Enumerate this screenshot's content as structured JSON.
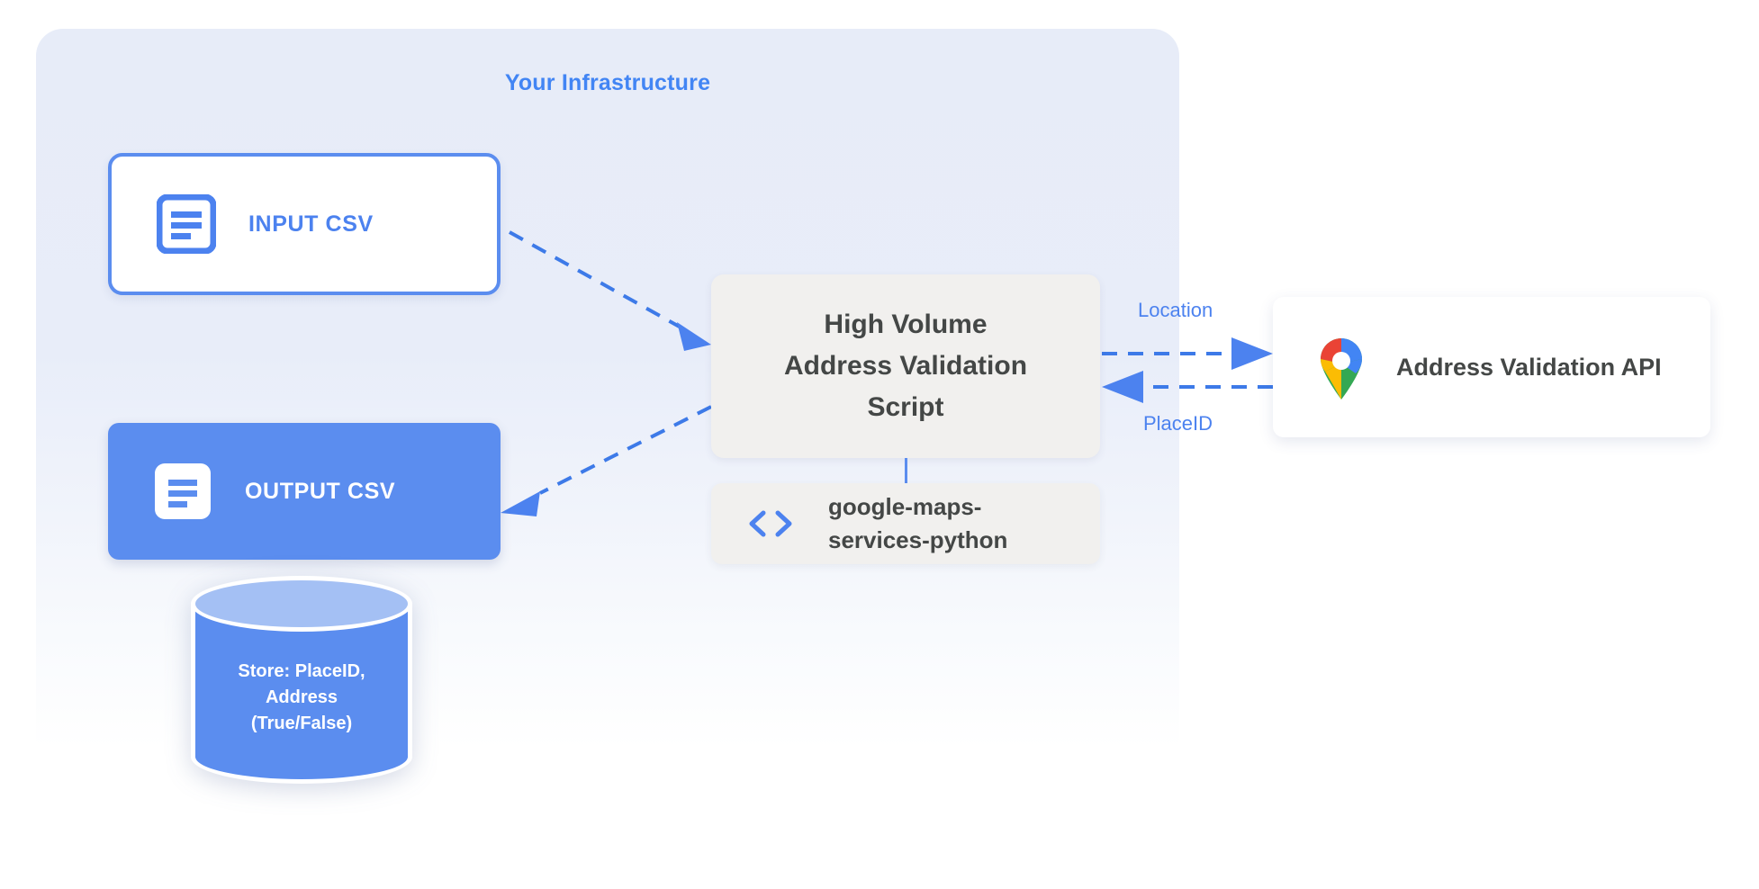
{
  "panel": {
    "title": "Your Infrastructure",
    "accent_color": "#4285f4",
    "background_color": "#e8ecf9"
  },
  "nodes": {
    "input_csv": {
      "label": "INPUT CSV",
      "icon": "document-icon",
      "border_color": "#5b8def",
      "background_color": "#ffffff",
      "text_color": "#4c82ef"
    },
    "output_csv": {
      "label": "OUTPUT CSV",
      "icon": "document-icon",
      "background_color": "#5b8def",
      "text_color": "#ffffff"
    },
    "datastore": {
      "lines": [
        "Store: PlaceID,",
        "Address",
        "(True/False)"
      ],
      "body_color": "#5b8def",
      "top_color": "#a4c0f4",
      "text_color": "#ffffff"
    },
    "script": {
      "lines": [
        "High Volume",
        "Address Validation",
        "Script"
      ],
      "background_color": "#f1f0ee",
      "text_color": "#444746"
    },
    "library": {
      "lines": [
        "google-maps-",
        "services-python"
      ],
      "icon": "code-icon",
      "background_color": "#f1f0ee",
      "text_color": "#444746"
    },
    "api": {
      "label": "Address Validation API",
      "icon": "google-maps-pin-icon",
      "background_color": "#ffffff",
      "text_color": "#444746"
    }
  },
  "edges": {
    "location_label": "Location",
    "placeid_label": "PlaceID",
    "line_color": "#4c82ef"
  }
}
